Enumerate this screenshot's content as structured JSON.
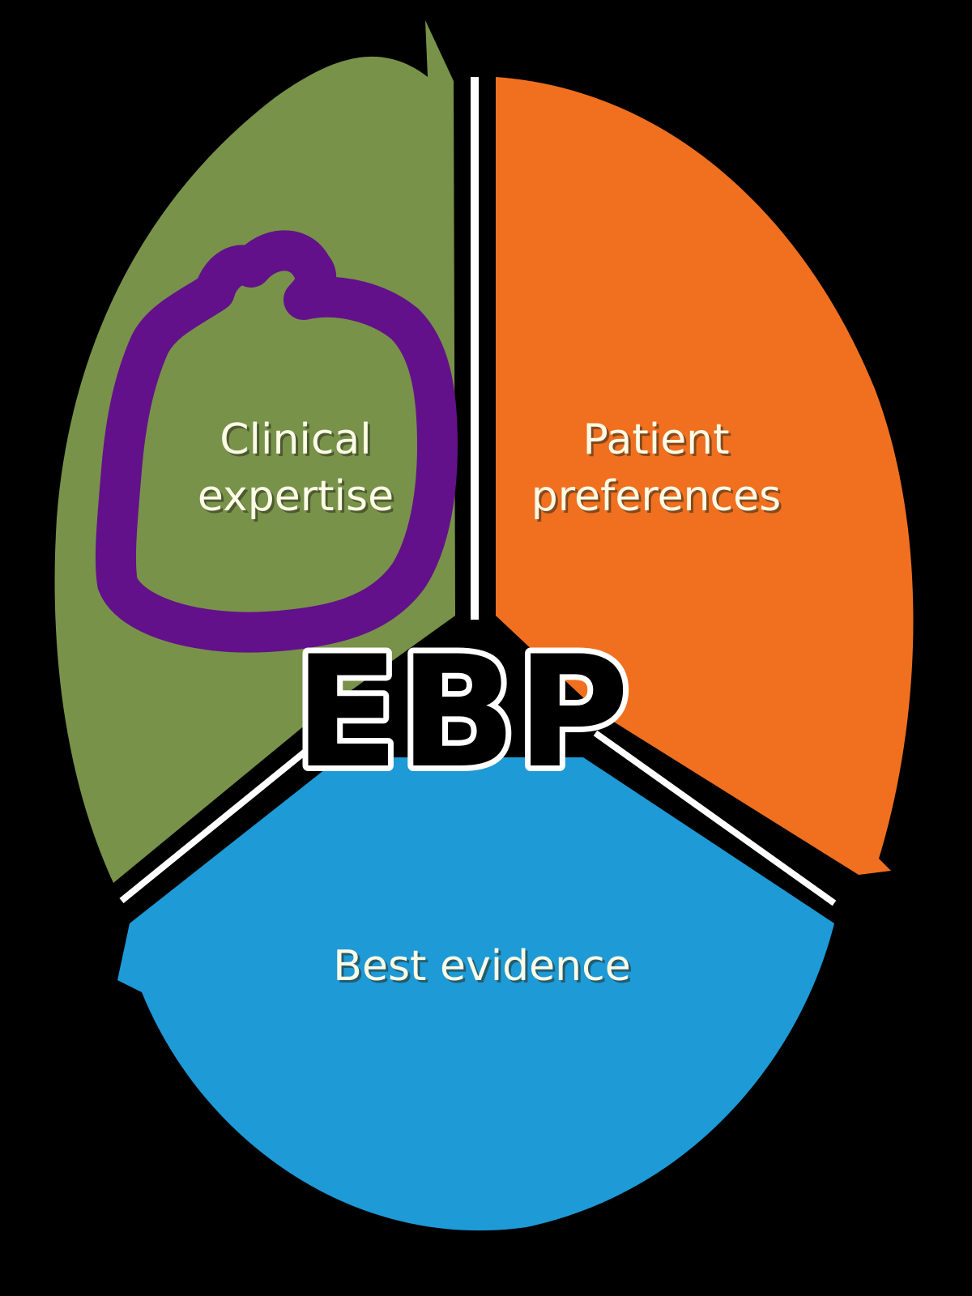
{
  "diagram": {
    "center_label": "EBP",
    "segments": [
      {
        "id": "clinical",
        "label_lines": [
          "Clinical",
          "expertise"
        ],
        "color": "#78924a"
      },
      {
        "id": "patient",
        "label_lines": [
          "Patient",
          "preferences"
        ],
        "color": "#f07020"
      },
      {
        "id": "evidence",
        "label_lines": [
          "Best evidence"
        ],
        "color": "#1e9ad6"
      }
    ],
    "annotation": {
      "shape": "hand-drawn circle",
      "color": "#62118a",
      "target": "clinical"
    },
    "background_color": "#000000",
    "separator_color": "#ffffff"
  }
}
